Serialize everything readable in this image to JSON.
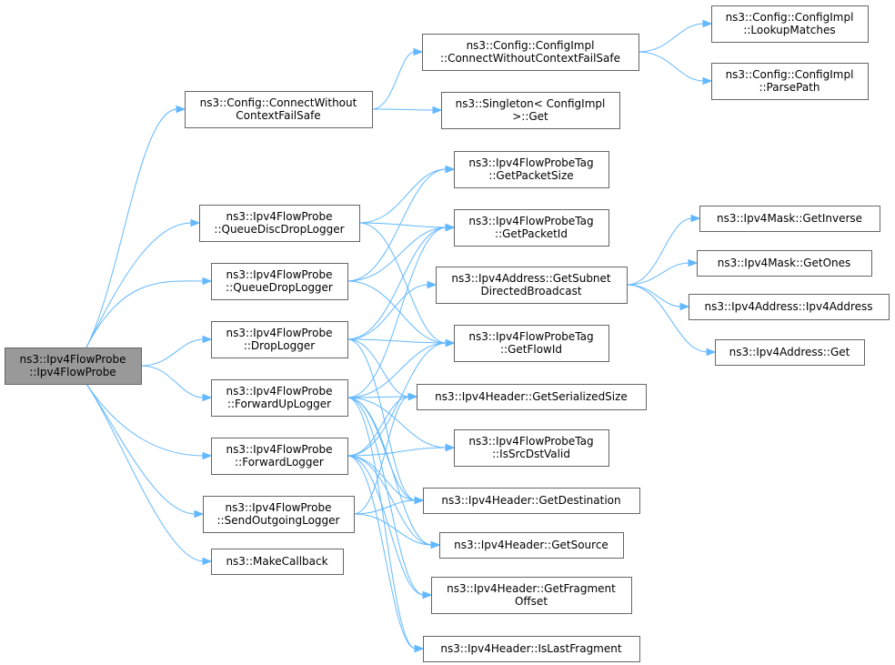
{
  "graph": {
    "nodes": [
      {
        "id": "root",
        "lines": [
          "ns3::Ipv4FlowProbe",
          "::Ipv4FlowProbe"
        ],
        "highlight": true
      },
      {
        "id": "connect_wcfs",
        "lines": [
          "ns3::Config::ConnectWithout",
          "ContextFailSafe"
        ]
      },
      {
        "id": "queuedisc",
        "lines": [
          "ns3::Ipv4FlowProbe",
          "::QueueDiscDropLogger"
        ]
      },
      {
        "id": "queuedrop",
        "lines": [
          "ns3::Ipv4FlowProbe",
          "::QueueDropLogger"
        ]
      },
      {
        "id": "drop",
        "lines": [
          "ns3::Ipv4FlowProbe",
          "::DropLogger"
        ]
      },
      {
        "id": "fwdup",
        "lines": [
          "ns3::Ipv4FlowProbe",
          "::ForwardUpLogger"
        ]
      },
      {
        "id": "fwd",
        "lines": [
          "ns3::Ipv4FlowProbe",
          "::ForwardLogger"
        ]
      },
      {
        "id": "sendout",
        "lines": [
          "ns3::Ipv4FlowProbe",
          "::SendOutgoingLogger"
        ]
      },
      {
        "id": "makecb",
        "lines": [
          "ns3::MakeCallback"
        ]
      },
      {
        "id": "impl_cwcfs",
        "lines": [
          "ns3::Config::ConfigImpl",
          "::ConnectWithoutContextFailSafe"
        ]
      },
      {
        "id": "singleton",
        "lines": [
          "ns3::Singleton< ConfigImpl",
          ">::Get"
        ]
      },
      {
        "id": "lookup",
        "lines": [
          "ns3::Config::ConfigImpl",
          "::LookupMatches"
        ]
      },
      {
        "id": "parsepath",
        "lines": [
          "ns3::Config::ConfigImpl",
          "::ParsePath"
        ]
      },
      {
        "id": "tag_size",
        "lines": [
          "ns3::Ipv4FlowProbeTag",
          "::GetPacketSize"
        ]
      },
      {
        "id": "tag_pid",
        "lines": [
          "ns3::Ipv4FlowProbeTag",
          "::GetPacketId"
        ]
      },
      {
        "id": "subnet",
        "lines": [
          "ns3::Ipv4Address::GetSubnet",
          "DirectedBroadcast"
        ]
      },
      {
        "id": "tag_fid",
        "lines": [
          "ns3::Ipv4FlowProbeTag",
          "::GetFlowId"
        ]
      },
      {
        "id": "serial",
        "lines": [
          "ns3::Ipv4Header::GetSerializedSize"
        ]
      },
      {
        "id": "tag_valid",
        "lines": [
          "ns3::Ipv4FlowProbeTag",
          "::IsSrcDstValid"
        ]
      },
      {
        "id": "getdest",
        "lines": [
          "ns3::Ipv4Header::GetDestination"
        ]
      },
      {
        "id": "getsrc",
        "lines": [
          "ns3::Ipv4Header::GetSource"
        ]
      },
      {
        "id": "fragoff",
        "lines": [
          "ns3::Ipv4Header::GetFragment",
          "Offset"
        ]
      },
      {
        "id": "lastfrag",
        "lines": [
          "ns3::Ipv4Header::IsLastFragment"
        ]
      },
      {
        "id": "mask_inv",
        "lines": [
          "ns3::Ipv4Mask::GetInverse"
        ]
      },
      {
        "id": "mask_ones",
        "lines": [
          "ns3::Ipv4Mask::GetOnes"
        ]
      },
      {
        "id": "addr_ctor",
        "lines": [
          "ns3::Ipv4Address::Ipv4Address"
        ]
      },
      {
        "id": "addr_get",
        "lines": [
          "ns3::Ipv4Address::Get"
        ]
      }
    ],
    "edges": [
      [
        "root",
        "connect_wcfs"
      ],
      [
        "root",
        "queuedisc"
      ],
      [
        "root",
        "queuedrop"
      ],
      [
        "root",
        "drop"
      ],
      [
        "root",
        "fwdup"
      ],
      [
        "root",
        "fwd"
      ],
      [
        "root",
        "sendout"
      ],
      [
        "root",
        "makecb"
      ],
      [
        "connect_wcfs",
        "impl_cwcfs"
      ],
      [
        "connect_wcfs",
        "singleton"
      ],
      [
        "impl_cwcfs",
        "lookup"
      ],
      [
        "impl_cwcfs",
        "parsepath"
      ],
      [
        "queuedisc",
        "tag_size"
      ],
      [
        "queuedisc",
        "tag_pid"
      ],
      [
        "queuedisc",
        "tag_fid"
      ],
      [
        "queuedrop",
        "tag_size"
      ],
      [
        "queuedrop",
        "tag_pid"
      ],
      [
        "queuedrop",
        "tag_fid"
      ],
      [
        "drop",
        "tag_pid"
      ],
      [
        "drop",
        "subnet"
      ],
      [
        "drop",
        "tag_fid"
      ],
      [
        "drop",
        "serial"
      ],
      [
        "drop",
        "getdest"
      ],
      [
        "fwdup",
        "tag_pid"
      ],
      [
        "fwdup",
        "tag_fid"
      ],
      [
        "fwdup",
        "serial"
      ],
      [
        "fwdup",
        "tag_valid"
      ],
      [
        "fwdup",
        "getdest"
      ],
      [
        "fwdup",
        "getsrc"
      ],
      [
        "fwdup",
        "fragoff"
      ],
      [
        "fwdup",
        "lastfrag"
      ],
      [
        "fwd",
        "tag_fid"
      ],
      [
        "fwd",
        "serial"
      ],
      [
        "fwd",
        "tag_valid"
      ],
      [
        "fwd",
        "getdest"
      ],
      [
        "fwd",
        "getsrc"
      ],
      [
        "fwd",
        "fragoff"
      ],
      [
        "fwd",
        "lastfrag"
      ],
      [
        "sendout",
        "serial"
      ],
      [
        "sendout",
        "getdest"
      ],
      [
        "sendout",
        "getsrc"
      ],
      [
        "subnet",
        "mask_inv"
      ],
      [
        "subnet",
        "mask_ones"
      ],
      [
        "subnet",
        "addr_ctor"
      ],
      [
        "subnet",
        "addr_get"
      ]
    ]
  }
}
